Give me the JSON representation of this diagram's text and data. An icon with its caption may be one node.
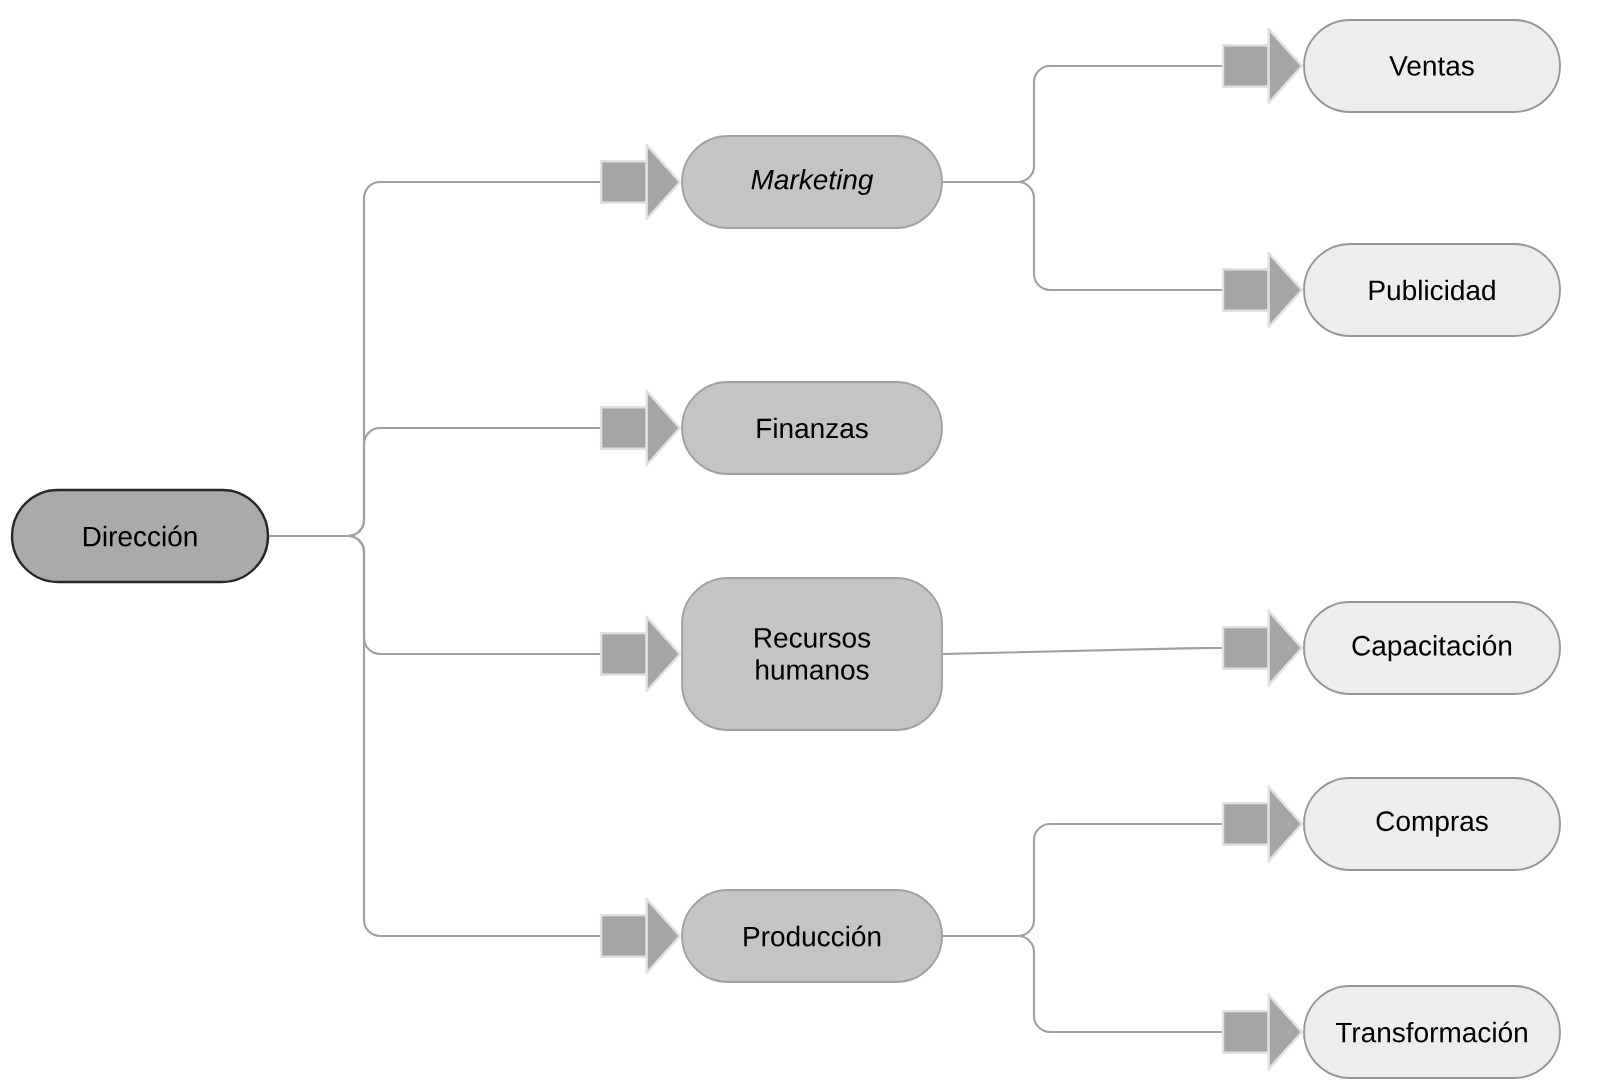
{
  "diagram": {
    "nodes": [
      {
        "text": [
          "Dirección"
        ]
      },
      {
        "text": [
          "Marketing"
        ]
      },
      {
        "text": [
          "Ventas"
        ]
      },
      {
        "text": [
          "Publicidad"
        ]
      },
      {
        "text": [
          "Finanzas"
        ]
      },
      {
        "text": [
          "Recursos humanos"
        ]
      },
      {
        "text": [
          "Capacitación"
        ]
      },
      {
        "text": [
          "Producción"
        ]
      },
      {
        "text": [
          "Compras"
        ]
      },
      {
        "text": [
          "Transformación"
        ]
      }
    ],
    "edges": [
      {
        "from": 0,
        "to": 1,
        "arrow": "to"
      },
      {
        "from": 1,
        "to": 2,
        "arrow": "to"
      },
      {
        "from": 1,
        "to": 3,
        "arrow": "to"
      },
      {
        "from": 0,
        "to": 4,
        "arrow": "to"
      },
      {
        "from": 0,
        "to": 5,
        "arrow": "to"
      },
      {
        "from": 5,
        "to": 6,
        "arrow": "to"
      },
      {
        "from": 0,
        "to": 7,
        "arrow": "to"
      },
      {
        "from": 7,
        "to": 8,
        "arrow": "to"
      },
      {
        "from": 7,
        "to": 9,
        "arrow": "to"
      }
    ]
  }
}
